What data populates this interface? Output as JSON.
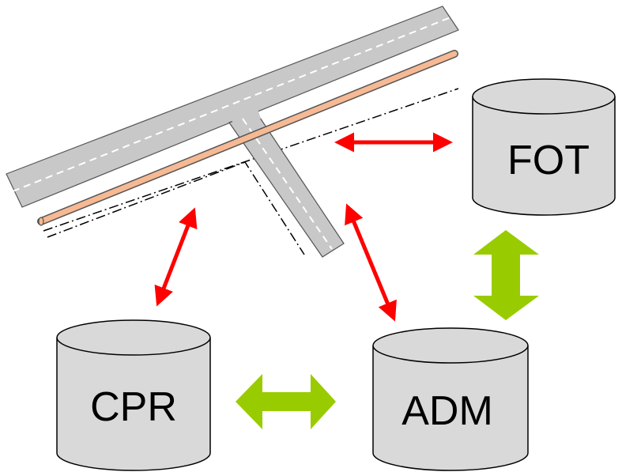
{
  "databases": [
    {
      "id": "fot",
      "label": "FOT"
    },
    {
      "id": "cpr",
      "label": "CPR"
    },
    {
      "id": "adm",
      "label": "ADM"
    }
  ],
  "colors": {
    "cylinder_fill": "#d9d9d9",
    "cylinder_stroke": "#000000",
    "road_fill": "#c8c8c8",
    "road_stroke": "#555555",
    "pipe_fill": "#f6b993",
    "red_arrow": "#ff0000",
    "green_arrow": "#99cc00"
  },
  "connections": [
    {
      "from": "road",
      "to": "fot",
      "style": "red-arrow"
    },
    {
      "from": "road",
      "to": "cpr",
      "style": "red-arrow"
    },
    {
      "from": "road",
      "to": "adm",
      "style": "red-arrow"
    },
    {
      "from": "fot",
      "to": "adm",
      "style": "green-arrow"
    },
    {
      "from": "cpr",
      "to": "adm",
      "style": "green-arrow"
    }
  ]
}
